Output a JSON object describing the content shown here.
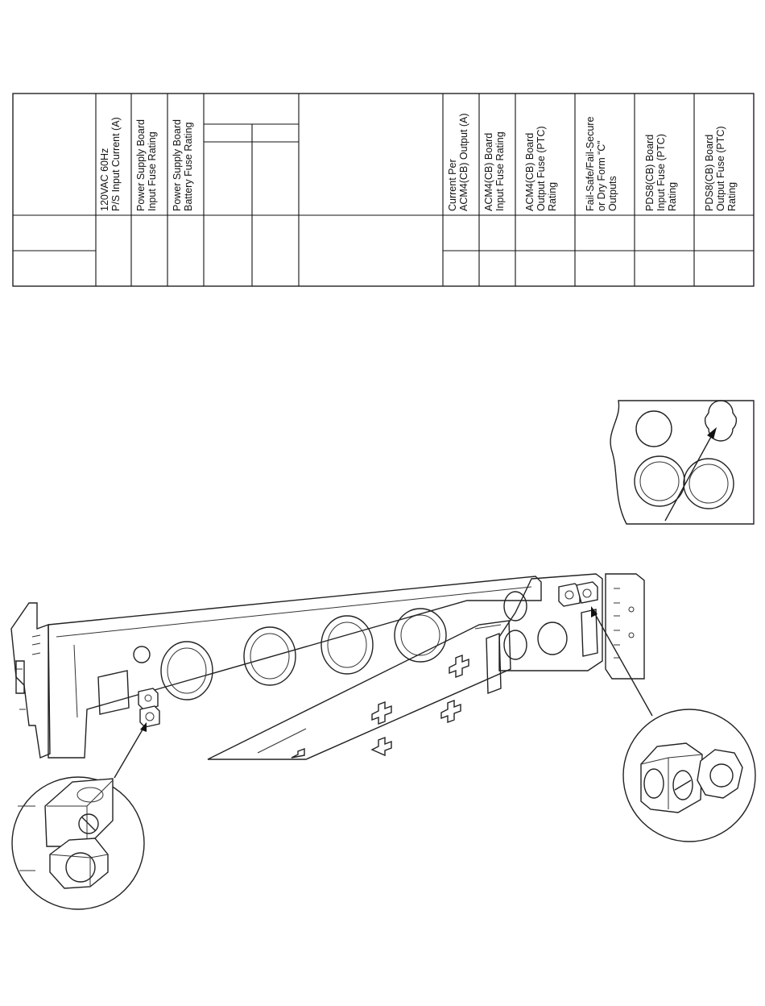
{
  "table": {
    "headers": [
      {
        "lines": [
          "120VAC 60Hz",
          "P/S Input Current (A)"
        ]
      },
      {
        "lines": [
          "Power Supply Board",
          "Input Fuse Rating"
        ]
      },
      {
        "lines": [
          "Power Supply Board",
          "Battery Fuse Rating"
        ]
      },
      {
        "lines": [
          "Current Per",
          "ACM4(CB) Output (A)"
        ]
      },
      {
        "lines": [
          "ACM4(CB) Board",
          "Input Fuse Rating"
        ]
      },
      {
        "lines": [
          "ACM4(CB) Board",
          "Output Fuse (PTC)",
          "Rating"
        ]
      },
      {
        "lines": [
          "Fail-Safe/Fail-Secure",
          "or Dry Form “C”",
          "Outputs"
        ]
      },
      {
        "lines": [
          "PDS8(CB) Board",
          "Input Fuse (PTC)",
          "Rating"
        ]
      },
      {
        "lines": [
          "PDS8(CB) Board",
          "Output Fuse (PTC)",
          "Rating"
        ]
      }
    ]
  },
  "diagram": {
    "parts": [
      "enclosure-panel",
      "knockout-hole",
      "ground-terminal-block",
      "detail-callout-left",
      "detail-callout-right",
      "knockout-detail-inset"
    ]
  }
}
